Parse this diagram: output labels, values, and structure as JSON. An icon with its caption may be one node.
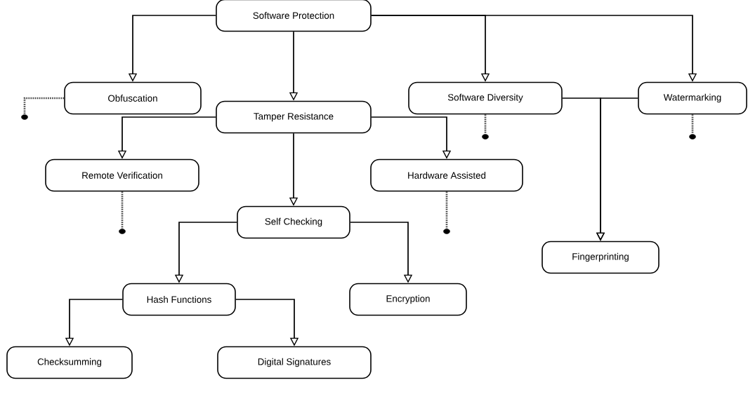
{
  "diagram": {
    "nodes": [
      {
        "text": [
          "Software Protection"
        ]
      },
      {
        "text": [
          "Obfuscation"
        ]
      },
      {
        "text": [
          "Software Diversity"
        ]
      },
      {
        "text": [
          "Watermarking"
        ]
      },
      {
        "text": [
          "Tamper Resistance"
        ]
      },
      {
        "text": [
          "Remote Verification"
        ]
      },
      {
        "text": [
          "Hardware Assisted"
        ]
      },
      {
        "text": [
          "Self Checking"
        ]
      },
      {
        "text": [
          "Fingerprinting"
        ]
      },
      {
        "text": [
          "Hash Functions"
        ]
      },
      {
        "text": [
          "Encryption"
        ]
      },
      {
        "text": [
          "Checksumming"
        ]
      },
      {
        "text": [
          "Digital Signatures"
        ]
      },
      {
        "text": [],
        "shape": "circle"
      },
      {
        "text": [],
        "shape": "circle"
      },
      {
        "text": [],
        "shape": "circle"
      },
      {
        "text": [],
        "shape": "circle"
      },
      {
        "text": [],
        "shape": "circle"
      }
    ],
    "edges": [
      {
        "from": 0,
        "to": 1,
        "arrow": "to"
      },
      {
        "from": 0,
        "to": 4,
        "arrow": "to"
      },
      {
        "from": 0,
        "to": 2,
        "arrow": "to"
      },
      {
        "from": 0,
        "to": 3,
        "arrow": "to"
      },
      {
        "from": 1,
        "to": 13,
        "arrow": "none",
        "style": "dashed"
      },
      {
        "from": 2,
        "to": 8,
        "arrow": "to"
      },
      {
        "from": 3,
        "to": 8,
        "arrow": "to"
      },
      {
        "from": 2,
        "to": 16,
        "arrow": "none",
        "style": "dashed"
      },
      {
        "from": 3,
        "to": 17,
        "arrow": "none",
        "style": "dashed"
      },
      {
        "from": 4,
        "to": 5,
        "arrow": "to"
      },
      {
        "from": 4,
        "to": 6,
        "arrow": "to"
      },
      {
        "from": 4,
        "to": 7,
        "arrow": "to"
      },
      {
        "from": 5,
        "to": 14,
        "arrow": "none",
        "style": "dashed"
      },
      {
        "from": 6,
        "to": 15,
        "arrow": "none",
        "style": "dashed"
      },
      {
        "from": 7,
        "to": 9,
        "arrow": "to"
      },
      {
        "from": 7,
        "to": 10,
        "arrow": "to"
      },
      {
        "from": 9,
        "to": 11,
        "arrow": "to"
      },
      {
        "from": 9,
        "to": 12,
        "arrow": "to"
      }
    ]
  }
}
